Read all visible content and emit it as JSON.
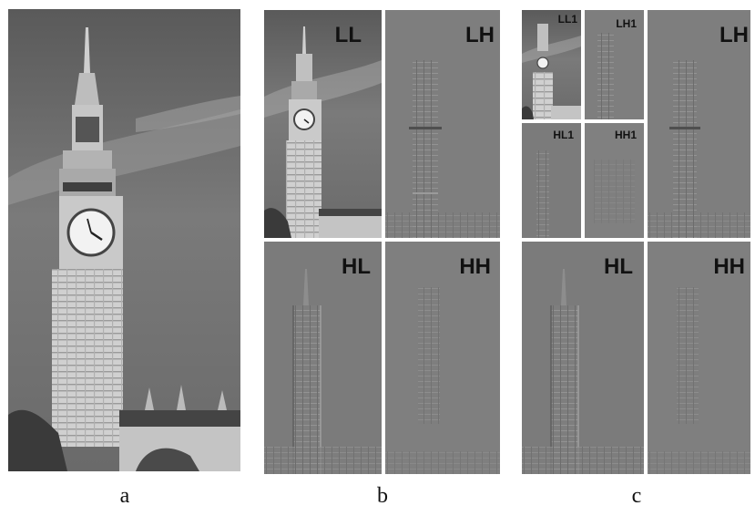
{
  "figure": {
    "captions": {
      "a": "a",
      "b": "b",
      "c": "c"
    },
    "panel_b": {
      "ll": "LL",
      "lh": "LH",
      "hl": "HL",
      "hh": "HH"
    },
    "panel_c": {
      "ll1": "LL1",
      "lh1": "LH1",
      "hl1": "HL1",
      "hh1": "HH1",
      "lh": "LH",
      "hl": "HL",
      "hh": "HH"
    }
  }
}
